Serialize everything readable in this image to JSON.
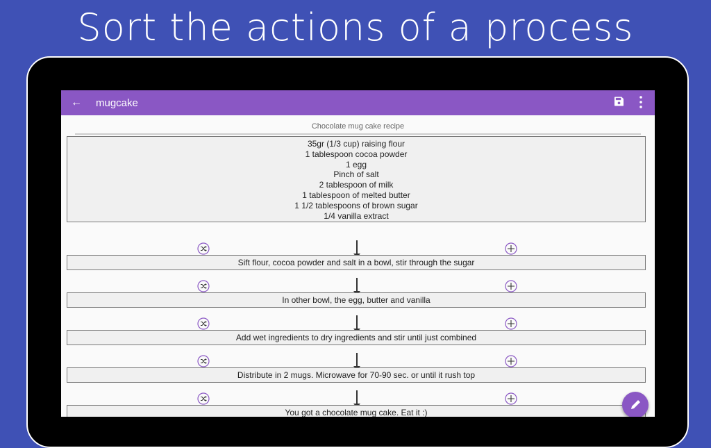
{
  "headline": "Sort the actions of a process",
  "appbar": {
    "title": "mugcake",
    "back_icon": "arrow-left-icon",
    "save_icon": "save-icon",
    "more_icon": "more-vert-icon"
  },
  "process": {
    "title": "Chocolate mug cake recipe",
    "ingredients": [
      "35gr (1/3 cup) raising flour",
      "1 tablespoon cocoa powder",
      "1 egg",
      "Pinch of salt",
      "2 tablespoon of milk",
      "1 tablespoon of melted butter",
      "1 1/2 tablespoons of brown sugar",
      "1/4 vanilla extract"
    ],
    "steps": [
      "Sift flour, cocoa powder and salt in a bowl, stir through the sugar",
      "In other bowl, the egg, butter and vanilla",
      "Add wet ingredients to dry ingredients and stir until just combined",
      "Distribute in 2 mugs. Microwave for 70-90 sec. or until it rush top",
      "You got a chocolate mug cake. Eat it :)"
    ]
  },
  "colors": {
    "background": "#3f51b5",
    "accent": "#8a57c4"
  },
  "fab_icon": "pencil-icon"
}
